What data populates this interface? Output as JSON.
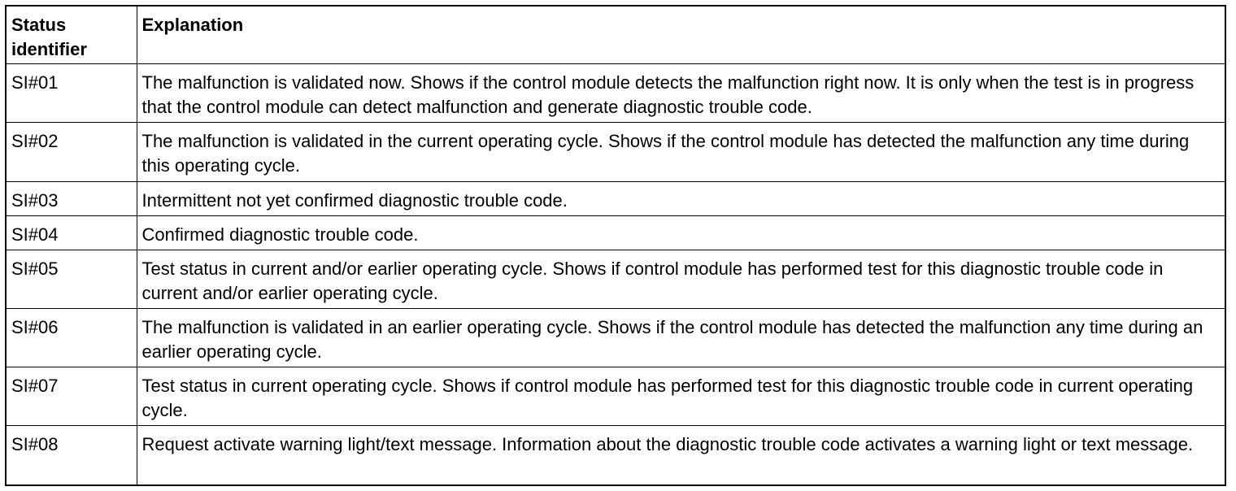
{
  "table": {
    "headers": {
      "status_identifier": "Status\nidentifier",
      "explanation": "Explanation"
    },
    "rows": [
      {
        "id": "SI#01",
        "text": "The malfunction is validated now. Shows if the control module detects the malfunction right now. It is only when the test is in progress that the control module can detect malfunction and generate diagnostic trouble code."
      },
      {
        "id": "SI#02",
        "text": "The malfunction is validated in the current operating cycle. Shows if the control module has detected the malfunction any time during this operating cycle."
      },
      {
        "id": "SI#03",
        "text": "Intermittent not yet confirmed diagnostic trouble code."
      },
      {
        "id": "SI#04",
        "text": "Confirmed diagnostic trouble code."
      },
      {
        "id": "SI#05",
        "text": "Test status in current and/or earlier operating cycle. Shows if control module has performed test for this diagnostic trouble code in current and/or earlier operating cycle."
      },
      {
        "id": "SI#06",
        "text": "The malfunction is validated in an earlier operating cycle. Shows if the control module has detected the malfunction any time during an earlier operating cycle."
      },
      {
        "id": "SI#07",
        "text": "Test status in current operating cycle. Shows if control module has performed test for this diagnostic trouble code in current operating cycle."
      },
      {
        "id": "SI#08",
        "text": "Request activate warning light/text message. Information about the diagnostic trouble code activates a warning light or text message."
      }
    ]
  }
}
